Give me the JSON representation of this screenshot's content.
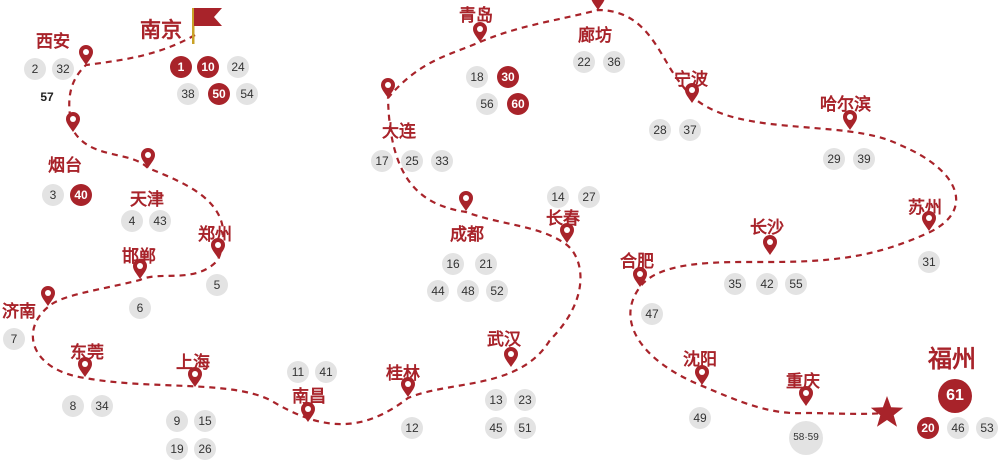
{
  "colors": {
    "route": "#a8232a",
    "badge": "#e3e3e3",
    "highlight": "#a8232a"
  },
  "cities": [
    {
      "id": "nanjing",
      "name": "南京",
      "size": "big",
      "numbers": [
        {
          "v": "1",
          "hl": true
        },
        {
          "v": "10",
          "hl": true
        },
        {
          "v": "24"
        },
        {
          "v": "38"
        },
        {
          "v": "50",
          "hl": true
        },
        {
          "v": "54"
        }
      ]
    },
    {
      "id": "xian",
      "name": "西安",
      "numbers": [
        {
          "v": "2"
        },
        {
          "v": "32"
        },
        {
          "v": "57",
          "plain": true
        }
      ]
    },
    {
      "id": "yantai",
      "name": "烟台",
      "numbers": [
        {
          "v": "3"
        },
        {
          "v": "40",
          "hl": true
        }
      ]
    },
    {
      "id": "tianjin",
      "name": "天津",
      "numbers": [
        {
          "v": "4"
        },
        {
          "v": "43"
        }
      ]
    },
    {
      "id": "handan",
      "name": "邯郸",
      "numbers": [
        {
          "v": "6"
        }
      ]
    },
    {
      "id": "zhengzhou",
      "name": "郑州",
      "numbers": [
        {
          "v": "5"
        }
      ]
    },
    {
      "id": "jinan",
      "name": "济南",
      "numbers": [
        {
          "v": "7"
        }
      ]
    },
    {
      "id": "dongguan",
      "name": "东莞",
      "numbers": [
        {
          "v": "8"
        },
        {
          "v": "34"
        }
      ]
    },
    {
      "id": "shanghai",
      "name": "上海",
      "numbers": [
        {
          "v": "9"
        },
        {
          "v": "15"
        },
        {
          "v": "19"
        },
        {
          "v": "26"
        }
      ]
    },
    {
      "id": "nanchang",
      "name": "南昌",
      "numbers": [
        {
          "v": "11"
        },
        {
          "v": "41"
        }
      ]
    },
    {
      "id": "guilin",
      "name": "桂林",
      "numbers": [
        {
          "v": "12"
        }
      ]
    },
    {
      "id": "wuhan",
      "name": "武汉",
      "numbers": [
        {
          "v": "13"
        },
        {
          "v": "23"
        },
        {
          "v": "45"
        },
        {
          "v": "51"
        }
      ]
    },
    {
      "id": "changchun",
      "name": "长春",
      "numbers": [
        {
          "v": "14"
        },
        {
          "v": "27"
        }
      ]
    },
    {
      "id": "chengdu",
      "name": "成都",
      "numbers": [
        {
          "v": "16"
        },
        {
          "v": "21"
        },
        {
          "v": "44"
        },
        {
          "v": "48"
        },
        {
          "v": "52"
        }
      ]
    },
    {
      "id": "dalian",
      "name": "大连",
      "numbers": [
        {
          "v": "17"
        },
        {
          "v": "25"
        },
        {
          "v": "33"
        }
      ]
    },
    {
      "id": "qingdao",
      "name": "青岛",
      "numbers": [
        {
          "v": "18"
        },
        {
          "v": "30",
          "hl": true
        },
        {
          "v": "56"
        },
        {
          "v": "60",
          "hl": true
        }
      ]
    },
    {
      "id": "langfang",
      "name": "廊坊",
      "numbers": [
        {
          "v": "22"
        },
        {
          "v": "36"
        }
      ]
    },
    {
      "id": "ningbo",
      "name": "宁波",
      "numbers": [
        {
          "v": "28"
        },
        {
          "v": "37"
        }
      ]
    },
    {
      "id": "haerbin",
      "name": "哈尔滨",
      "numbers": [
        {
          "v": "29"
        },
        {
          "v": "39"
        }
      ]
    },
    {
      "id": "suzhou",
      "name": "苏州",
      "numbers": [
        {
          "v": "31"
        }
      ]
    },
    {
      "id": "changsha",
      "name": "长沙",
      "numbers": [
        {
          "v": "35"
        },
        {
          "v": "42"
        },
        {
          "v": "55"
        }
      ]
    },
    {
      "id": "hefei",
      "name": "合肥",
      "numbers": [
        {
          "v": "47"
        }
      ]
    },
    {
      "id": "shenyang",
      "name": "沈阳",
      "numbers": [
        {
          "v": "49"
        }
      ]
    },
    {
      "id": "chongqing",
      "name": "重庆",
      "numbers": [
        {
          "v": "58·59",
          "wide": true
        }
      ]
    },
    {
      "id": "fuzhou",
      "name": "福州",
      "size": "final",
      "numbers": [
        {
          "v": "61",
          "final": true
        },
        {
          "v": "20",
          "hl": true
        },
        {
          "v": "46"
        },
        {
          "v": "53"
        }
      ]
    }
  ]
}
